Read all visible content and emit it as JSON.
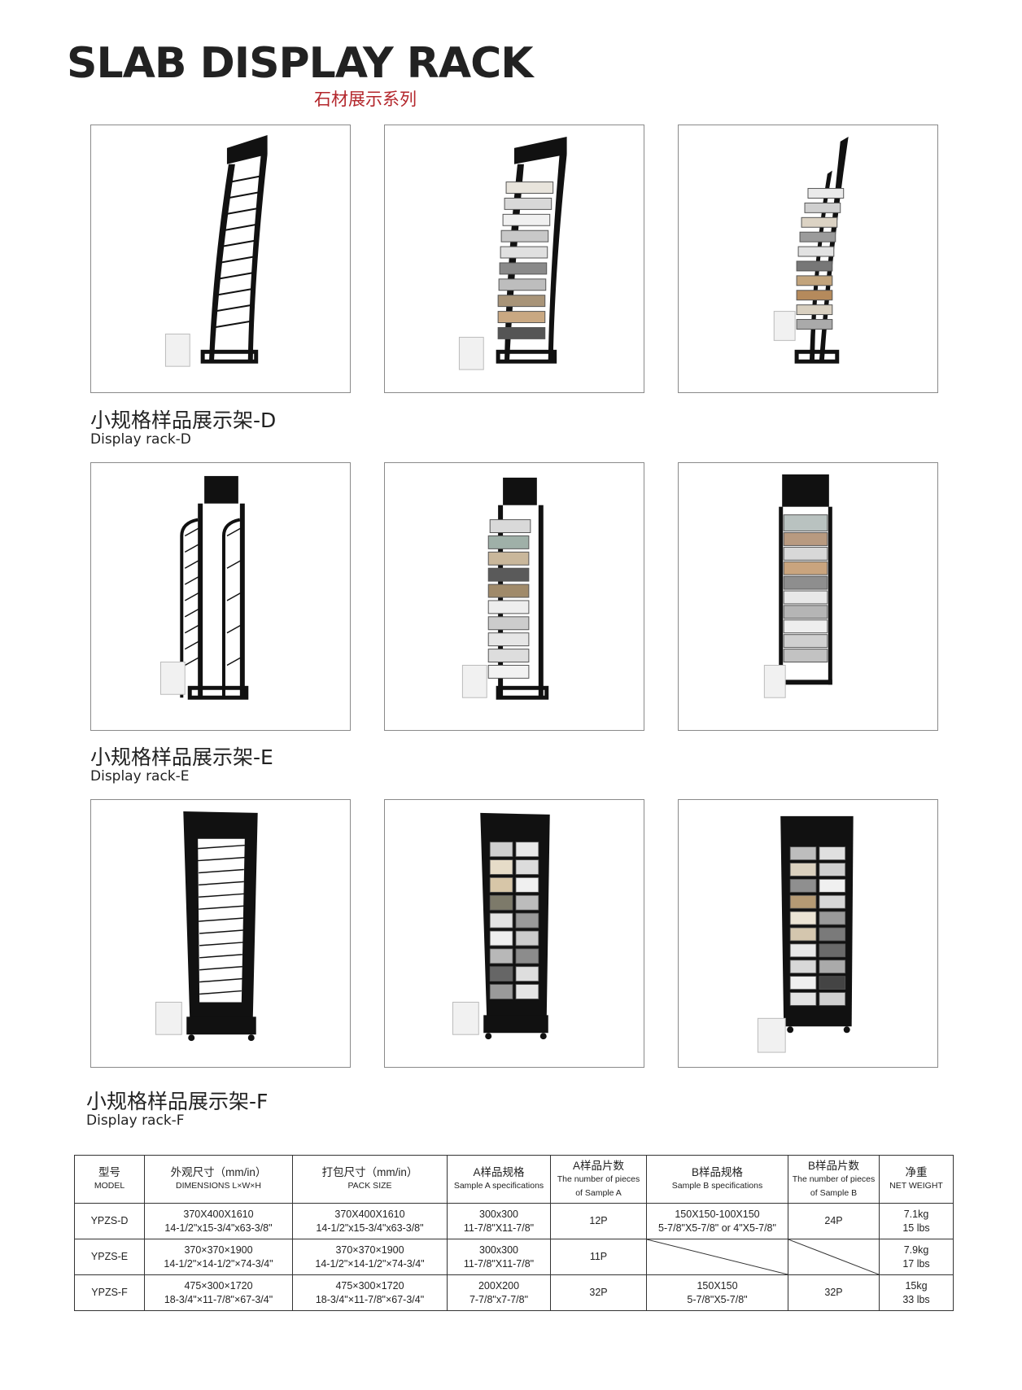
{
  "header": {
    "title": "SLAB DISPLAY RACK",
    "subtitle": "石材展示系列"
  },
  "sections": [
    {
      "caption_cn": "小规格样品展示架-D",
      "caption_en": "Display rack-D"
    },
    {
      "caption_cn": "小规格样品展示架-E",
      "caption_en": "Display rack-E"
    },
    {
      "caption_cn": "小规格样品展示架-F",
      "caption_en": "Display rack-F"
    }
  ],
  "table": {
    "headers": [
      {
        "cn": "型号",
        "en": "MODEL"
      },
      {
        "cn": "外观尺寸（mm/in）",
        "en": "DIMENSIONS  L×W×H"
      },
      {
        "cn": "打包尺寸（mm/in）",
        "en": "PACK SIZE"
      },
      {
        "cn": "A样品规格",
        "en": "Sample A specifications"
      },
      {
        "cn": "A样品片数",
        "en": "The number of pieces of Sample A"
      },
      {
        "cn": "B样品规格",
        "en": "Sample B specifications"
      },
      {
        "cn": "B样品片数",
        "en": "The number of pieces of Sample B"
      },
      {
        "cn": "净重",
        "en": "NET WEIGHT"
      }
    ],
    "rows": [
      {
        "model": "YPZS-D",
        "dim1": "370X400X1610",
        "dim2": "14-1/2\"x15-3/4\"x63-3/8\"",
        "pack1": "370X400X1610",
        "pack2": "14-1/2\"x15-3/4\"x63-3/8\"",
        "a_spec1": "300x300",
        "a_spec2": "11-7/8\"X11-7/8\"",
        "a_pcs": "12P",
        "b_spec1": "150X150-100X150",
        "b_spec2": "5-7/8\"X5-7/8\" or 4\"X5-7/8\"",
        "b_pcs": "24P",
        "w1": "7.1kg",
        "w2": "15 lbs"
      },
      {
        "model": "YPZS-E",
        "dim1": "370×370×1900",
        "dim2": "14-1/2\"×14-1/2\"×74-3/4\"",
        "pack1": "370×370×1900",
        "pack2": "14-1/2\"×14-1/2\"×74-3/4\"",
        "a_spec1": "300x300",
        "a_spec2": "11-7/8\"X11-7/8\"",
        "a_pcs": "11P",
        "b_spec1": "",
        "b_spec2": "",
        "b_pcs": "",
        "w1": "7.9kg",
        "w2": "17 lbs"
      },
      {
        "model": "YPZS-F",
        "dim1": "475×300×1720",
        "dim2": "18-3/4\"×11-7/8\"×67-3/4\"",
        "pack1": "475×300×1720",
        "pack2": "18-3/4\"×11-7/8\"×67-3/4\"",
        "a_spec1": "200X200",
        "a_spec2": "7-7/8\"x7-7/8\"",
        "a_pcs": "32P",
        "b_spec1": "150X150",
        "b_spec2": "5-7/8\"X5-7/8\"",
        "b_pcs": "32P",
        "w1": "15kg",
        "w2": "33 lbs"
      }
    ]
  },
  "colors": {
    "subtitle": "#b3262b",
    "rack": "#111111",
    "border": "#8a8a8a"
  },
  "icons": {
    "product_photo": "rack-photo-icon",
    "empty_cell": "diagonal-slash-icon"
  }
}
